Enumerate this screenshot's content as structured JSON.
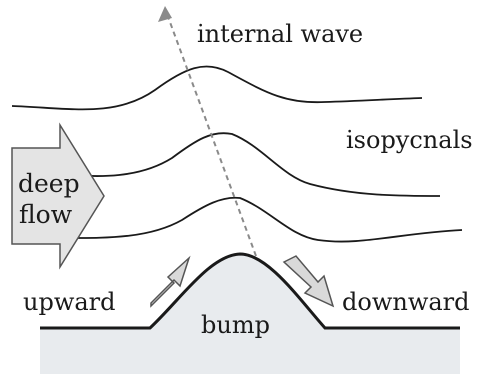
{
  "labels": {
    "internal_wave": "internal wave",
    "isopycnals": "isopycnals",
    "deep_flow_line1": "deep",
    "deep_flow_line2": "flow",
    "upward": "upward",
    "bump": "bump",
    "downward": "downward"
  },
  "colors": {
    "background": "#ffffff",
    "ground_fill": "#e8ebee",
    "line": "#1a1a1a",
    "arrow_fill": "#d9d9d9",
    "arrow_stroke": "#555555",
    "dashed_arrow": "#8a8a8a"
  }
}
